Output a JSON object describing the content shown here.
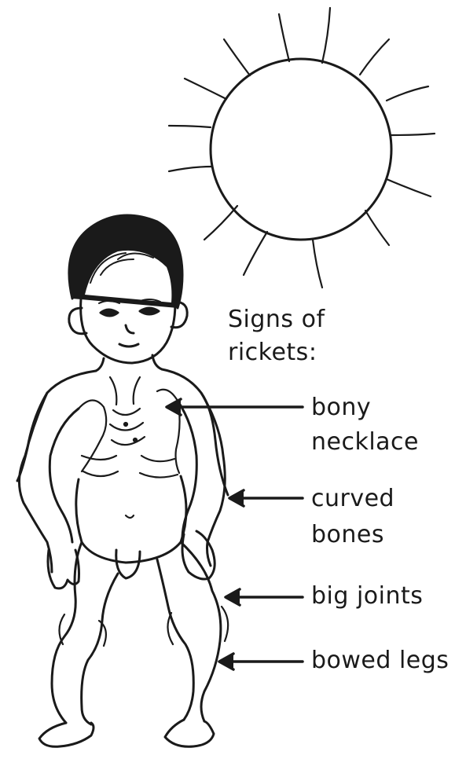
{
  "heading": {
    "line1": "Signs of",
    "line2": "rickets:"
  },
  "signs": [
    {
      "line1": "bony",
      "line2": "necklace"
    },
    {
      "line1": "curved",
      "line2": "bones"
    },
    {
      "line1": "big joints"
    },
    {
      "line1": "bowed legs"
    }
  ],
  "colors": {
    "ink": "#1a1a1a",
    "background": "#ffffff"
  }
}
